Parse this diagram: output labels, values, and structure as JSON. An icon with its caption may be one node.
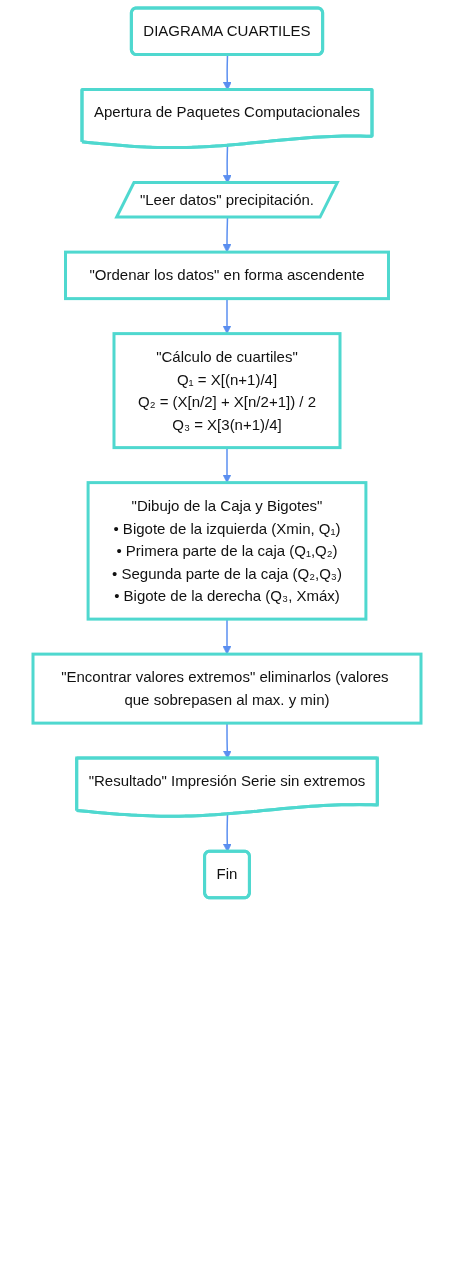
{
  "diagram": {
    "nodes": [
      {
        "text": [
          "DIAGRAMA CUARTILES"
        ]
      },
      {
        "text": [
          "Apertura de Paquetes Computacionales"
        ]
      },
      {
        "text": [
          "\"Leer datos\" precipitación."
        ]
      },
      {
        "text": [
          "\"Ordenar los datos\" en forma ascendente"
        ]
      },
      {
        "text": [
          "\"Cálculo de cuartiles\"",
          "Q₁ = X[(n+1)/4]",
          "Q₂ = (X[n/2] + X[n/2+1]) / 2",
          "Q₃ = X[3(n+1)/4]"
        ]
      },
      {
        "text": [
          "\"Dibujo de la Caja y Bigotes\"",
          "• Bigote de la izquierda (Xmin, Q₁)",
          "• Primera parte de la caja (Q₁,Q₂)",
          "• Segunda parte de la caja (Q₂,Q₃)",
          "• Bigote de la derecha (Q₃, Xmáx)"
        ]
      },
      {
        "text": [
          "\"Encontrar valores extremos\" eliminarlos (valores que sobrepasen al max. y min)"
        ]
      },
      {
        "text": [
          "\"Resultado\" Impresión Serie sin extremos"
        ]
      },
      {
        "text": [
          "Fin"
        ]
      }
    ],
    "edges": [
      {
        "from": 0,
        "to": 1,
        "arrow": "to"
      },
      {
        "from": 1,
        "to": 2,
        "arrow": "to"
      },
      {
        "from": 2,
        "to": 3,
        "arrow": "to"
      },
      {
        "from": 3,
        "to": 4,
        "arrow": "to"
      },
      {
        "from": 4,
        "to": 5,
        "arrow": "to"
      },
      {
        "from": 5,
        "to": 6,
        "arrow": "to"
      },
      {
        "from": 6,
        "to": 7,
        "arrow": "to"
      },
      {
        "from": 7,
        "to": 8,
        "arrow": "to"
      }
    ]
  }
}
